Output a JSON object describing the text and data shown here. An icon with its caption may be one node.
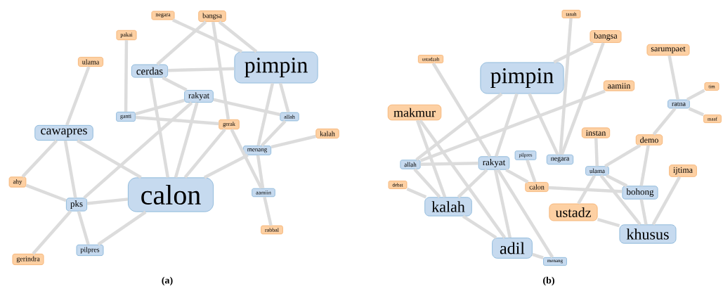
{
  "diagram": {
    "nodes": [
      {
        "text": [
          "negara"
        ]
      },
      {
        "text": [
          "bangsa"
        ]
      },
      {
        "text": [
          "pakai"
        ]
      },
      {
        "text": [
          "ulama"
        ]
      },
      {
        "text": [
          "cerdas"
        ]
      },
      {
        "text": [
          "pimpin"
        ]
      },
      {
        "text": [
          "rakyat"
        ]
      },
      {
        "text": [
          "ganti"
        ]
      },
      {
        "text": [
          "gerak"
        ]
      },
      {
        "text": [
          "allah"
        ]
      },
      {
        "text": [
          "kalah"
        ]
      },
      {
        "text": [
          "cawapres"
        ]
      },
      {
        "text": [
          "menang"
        ]
      },
      {
        "text": [
          "ahy"
        ]
      },
      {
        "text": [
          "calon"
        ]
      },
      {
        "text": [
          "pks"
        ]
      },
      {
        "text": [
          "aamiin"
        ]
      },
      {
        "text": [
          "rabbal"
        ]
      },
      {
        "text": [
          "pilpres"
        ]
      },
      {
        "text": [
          "gerindra"
        ]
      },
      {
        "text": [
          "tanah"
        ]
      },
      {
        "text": [
          "bangsa"
        ]
      },
      {
        "text": [
          "sarumpaet"
        ]
      },
      {
        "text": [
          "ustadzah"
        ]
      },
      {
        "text": [
          "pimpin"
        ]
      },
      {
        "text": [
          "aamiin"
        ]
      },
      {
        "text": [
          "tim"
        ]
      },
      {
        "text": [
          "ratna"
        ]
      },
      {
        "text": [
          "maaf"
        ]
      },
      {
        "text": [
          "makmur"
        ]
      },
      {
        "text": [
          "instan"
        ]
      },
      {
        "text": [
          "demo"
        ]
      },
      {
        "text": [
          "allah"
        ]
      },
      {
        "text": [
          "rakyat"
        ]
      },
      {
        "text": [
          "pilpres"
        ]
      },
      {
        "text": [
          "negara"
        ]
      },
      {
        "text": [
          "ulama"
        ]
      },
      {
        "text": [
          "ijtima"
        ]
      },
      {
        "text": [
          "debat"
        ]
      },
      {
        "text": [
          "calon"
        ]
      },
      {
        "text": [
          "bohong"
        ]
      },
      {
        "text": [
          "kalah"
        ]
      },
      {
        "text": [
          "ustadz"
        ]
      },
      {
        "text": [
          "khusus"
        ]
      },
      {
        "text": [
          "adil"
        ]
      },
      {
        "text": [
          "menang"
        ]
      }
    ],
    "edges": [
      {
        "from": 1,
        "to": 5,
        "arrow": "none"
      },
      {
        "from": 1,
        "to": 4,
        "arrow": "none"
      },
      {
        "from": 1,
        "to": 8,
        "arrow": "none"
      },
      {
        "from": 0,
        "to": 5,
        "arrow": "none"
      },
      {
        "from": 2,
        "to": 7,
        "arrow": "none"
      },
      {
        "from": 3,
        "to": 11,
        "arrow": "none"
      },
      {
        "from": 4,
        "to": 5,
        "arrow": "none"
      },
      {
        "from": 4,
        "to": 6,
        "arrow": "none"
      },
      {
        "from": 4,
        "to": 14,
        "arrow": "none"
      },
      {
        "from": 6,
        "to": 7,
        "arrow": "none"
      },
      {
        "from": 6,
        "to": 9,
        "arrow": "none"
      },
      {
        "from": 6,
        "to": 14,
        "arrow": "none"
      },
      {
        "from": 6,
        "to": 15,
        "arrow": "none"
      },
      {
        "from": 7,
        "to": 8,
        "arrow": "none"
      },
      {
        "from": 5,
        "to": 9,
        "arrow": "none"
      },
      {
        "from": 5,
        "to": 12,
        "arrow": "none"
      },
      {
        "from": 8,
        "to": 14,
        "arrow": "none"
      },
      {
        "from": 9,
        "to": 12,
        "arrow": "none"
      },
      {
        "from": 10,
        "to": 12,
        "arrow": "none"
      },
      {
        "from": 12,
        "to": 14,
        "arrow": "none"
      },
      {
        "from": 12,
        "to": 16,
        "arrow": "none"
      },
      {
        "from": 16,
        "to": 17,
        "arrow": "none"
      },
      {
        "from": 8,
        "to": 16,
        "arrow": "none"
      },
      {
        "from": 11,
        "to": 14,
        "arrow": "none"
      },
      {
        "from": 11,
        "to": 15,
        "arrow": "none"
      },
      {
        "from": 11,
        "to": 13,
        "arrow": "none"
      },
      {
        "from": 13,
        "to": 15,
        "arrow": "none"
      },
      {
        "from": 15,
        "to": 14,
        "arrow": "none"
      },
      {
        "from": 15,
        "to": 18,
        "arrow": "none"
      },
      {
        "from": 19,
        "to": 15,
        "arrow": "none"
      },
      {
        "from": 18,
        "to": 14,
        "arrow": "none"
      },
      {
        "from": 20,
        "to": 35,
        "arrow": "none"
      },
      {
        "from": 21,
        "to": 24,
        "arrow": "none"
      },
      {
        "from": 21,
        "to": 35,
        "arrow": "none"
      },
      {
        "from": 23,
        "to": 33,
        "arrow": "none"
      },
      {
        "from": 24,
        "to": 32,
        "arrow": "none"
      },
      {
        "from": 24,
        "to": 33,
        "arrow": "none"
      },
      {
        "from": 24,
        "to": 35,
        "arrow": "none"
      },
      {
        "from": 25,
        "to": 32,
        "arrow": "none"
      },
      {
        "from": 22,
        "to": 27,
        "arrow": "none"
      },
      {
        "from": 27,
        "to": 26,
        "arrow": "none"
      },
      {
        "from": 27,
        "to": 28,
        "arrow": "none"
      },
      {
        "from": 27,
        "to": 31,
        "arrow": "none"
      },
      {
        "from": 29,
        "to": 44,
        "arrow": "none"
      },
      {
        "from": 30,
        "to": 36,
        "arrow": "none"
      },
      {
        "from": 31,
        "to": 36,
        "arrow": "none"
      },
      {
        "from": 31,
        "to": 40,
        "arrow": "none"
      },
      {
        "from": 32,
        "to": 33,
        "arrow": "none"
      },
      {
        "from": 32,
        "to": 41,
        "arrow": "none"
      },
      {
        "from": 29,
        "to": 41,
        "arrow": "none"
      },
      {
        "from": 33,
        "to": 41,
        "arrow": "none"
      },
      {
        "from": 33,
        "to": 44,
        "arrow": "none"
      },
      {
        "from": 33,
        "to": 39,
        "arrow": "none"
      },
      {
        "from": 34,
        "to": 39,
        "arrow": "none"
      },
      {
        "from": 36,
        "to": 40,
        "arrow": "none"
      },
      {
        "from": 36,
        "to": 43,
        "arrow": "none"
      },
      {
        "from": 36,
        "to": 42,
        "arrow": "none"
      },
      {
        "from": 37,
        "to": 43,
        "arrow": "none"
      },
      {
        "from": 38,
        "to": 41,
        "arrow": "none"
      },
      {
        "from": 39,
        "to": 40,
        "arrow": "none"
      },
      {
        "from": 42,
        "to": 43,
        "arrow": "none"
      },
      {
        "from": 41,
        "to": 44,
        "arrow": "none"
      },
      {
        "from": 33,
        "to": 45,
        "arrow": "none"
      },
      {
        "from": 44,
        "to": 45,
        "arrow": "none"
      },
      {
        "from": 40,
        "to": 43,
        "arrow": "none"
      }
    ],
    "labels": [
      "(a)",
      "(b)"
    ]
  }
}
